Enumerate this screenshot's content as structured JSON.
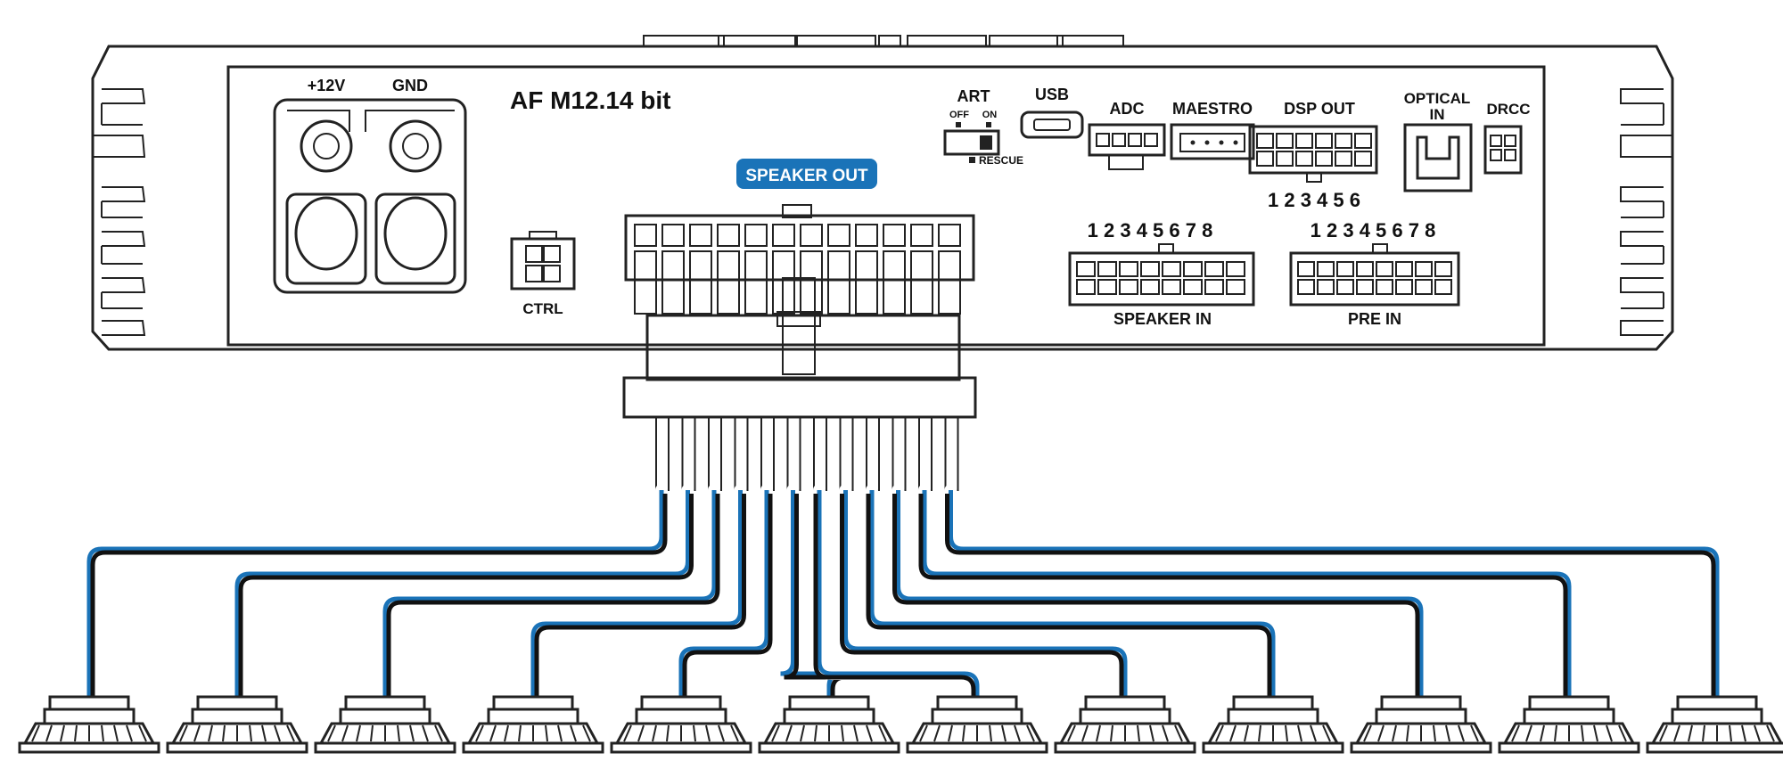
{
  "model": "AF M12.14 bit",
  "power": {
    "plus12v": "+12V",
    "gnd": "GND"
  },
  "ctrl": "CTRL",
  "speaker_out": "SPEAKER OUT",
  "art": {
    "label": "ART",
    "off": "OFF",
    "on": "ON",
    "rescue": "RESCUE"
  },
  "usb": "USB",
  "adc": "ADC",
  "maestro": "MAESTRO",
  "dsp_out": {
    "label": "DSP OUT",
    "channels": "1 2 3 4 5 6"
  },
  "optical_in": {
    "line1": "OPTICAL",
    "line2": "IN"
  },
  "drcc": "DRCC",
  "speaker_in": {
    "label": "SPEAKER IN",
    "channels": "1 2 3 4 5 6 7 8"
  },
  "pre_in": {
    "label": "PRE IN",
    "channels": "1 2 3 4 5 6 7 8"
  },
  "colors": {
    "wire_blue": "#1a73b8",
    "badge_blue": "#1a73b8",
    "outline": "#222222"
  },
  "speaker_count": 12
}
